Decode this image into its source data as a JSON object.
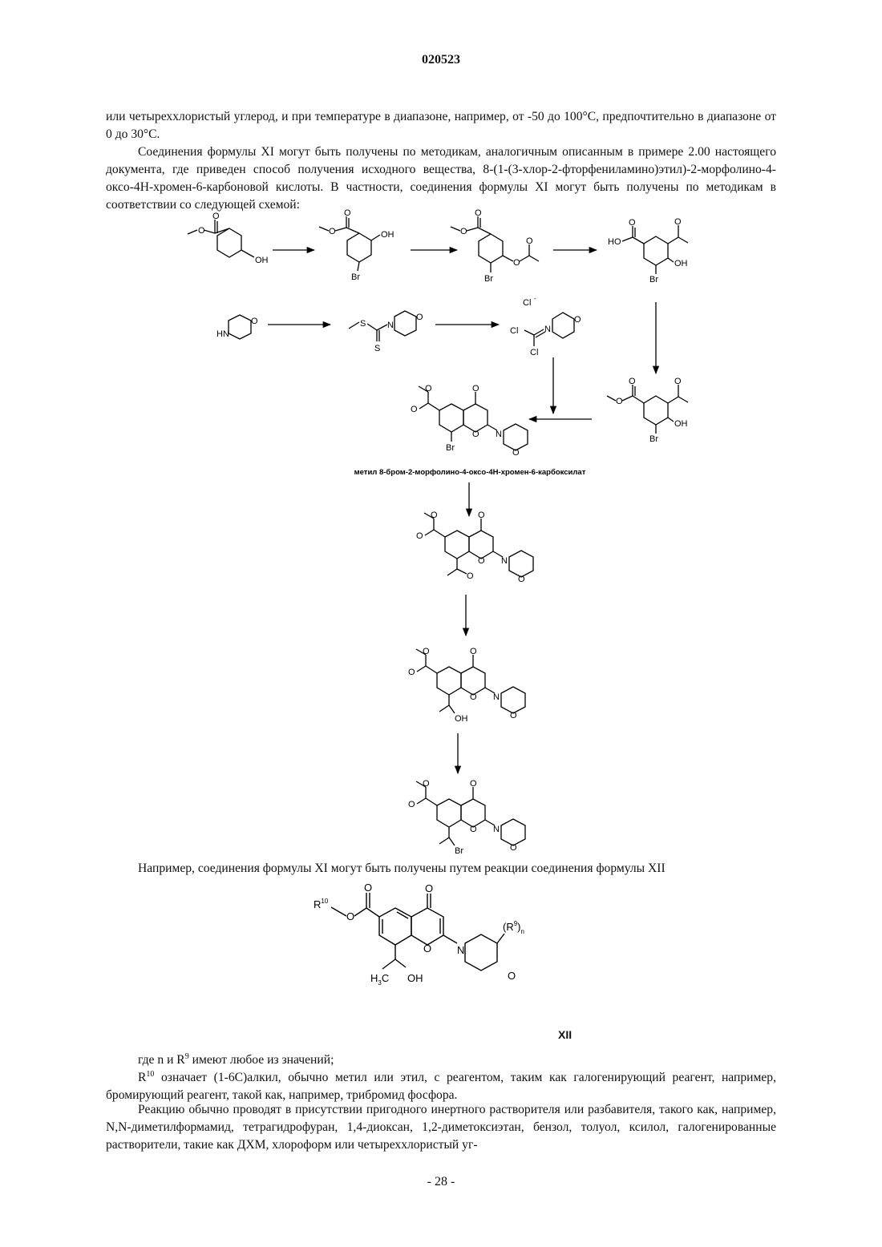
{
  "header": {
    "patent_number": "020523"
  },
  "paragraphs": {
    "p1": "или четыреххлористый углерод, и при температуре в диапазоне, например, от -50 до 100°C, предпочтительно в диапазоне от 0 до 30°C.",
    "p2": "Соединения формулы XI могут быть получены по методикам, аналогичным описанным в примере 2.00 настоящего документа, где приведен способ получения исходного вещества, 8-(1-(3-хлор-2-фторфениламино)этил)-2-морфолино-4-оксо-4H-хромен-6-карбоновой кислоты. В частности, соединения формулы XI могут быть получены по методикам в соответствии со следующей схемой:",
    "p3": "Например, соединения формулы XI могут быть получены путем реакции соединения формулы XII",
    "p4_pre": "где n и R",
    "p4_sup": "9",
    "p4_post": " имеют любое из значений;",
    "p5_pre": "R",
    "p5_sup": "10",
    "p5_post": " означает (1-6C)алкил, обычно метил или этил, с реагентом, таким как галогенирующий реагент, например, бромирующий реагент, такой как, например, трибромид фосфора.",
    "p6": "Реакцию обычно проводят в присутствии пригодного инертного растворителя или разбавителя, такого как, например, N,N-диметилформамид, тетрагидрофуран, 1,4-диоксан, 1,2-диметоксиэтан, бензол, толуол, ксилол, галогенированные растворители, такие как ДХМ, хлороформ или четыреххлористый уг-"
  },
  "scheme": {
    "caption": "метил 8-бром-2-морфолино-4-оксо-4H-хромен-6-карбоксилат",
    "atoms": {
      "O": "O",
      "OH": "OH",
      "Br": "Br",
      "HO": "HO",
      "HN": "HN",
      "N": "N",
      "S": "S",
      "Cl": "Cl",
      "Cl_anion": "Cl"
    }
  },
  "formula_xii": {
    "label": "XII",
    "r10": "R",
    "r10_sup": "10",
    "r9": "(R",
    "r9_sup": "9",
    "r9_close": ")",
    "r9_sub": "n",
    "h3c": "H",
    "h3c_sub": "3",
    "h3c_c": "C",
    "oh": "OH",
    "o": "O",
    "n": "N"
  },
  "footer": {
    "page_number": "- 28 -"
  }
}
